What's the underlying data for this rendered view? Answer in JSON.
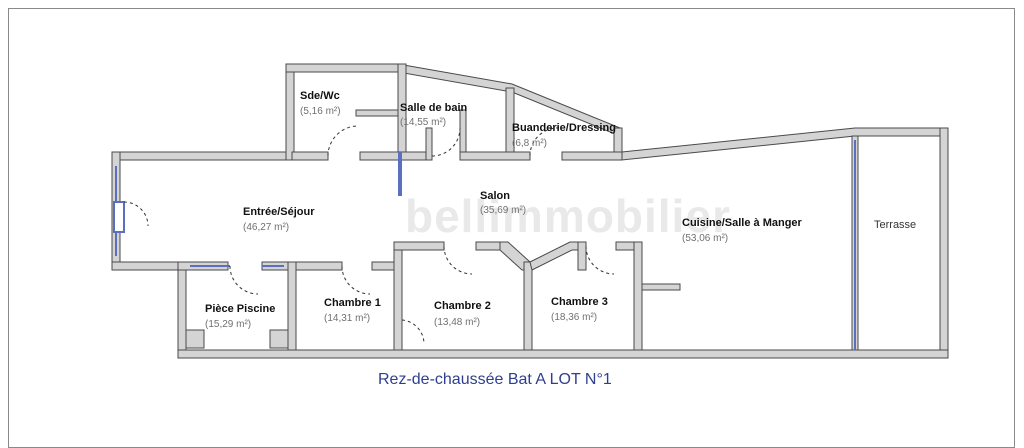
{
  "plan": {
    "caption": "Rez-de-chaussée Bat A LOT N°1",
    "watermark": "bellimmobilier",
    "rooms": {
      "sde_wc": {
        "name": "Sde/Wc",
        "area": "(5,16 m²)"
      },
      "salle_de_bain": {
        "name": "Salle de bain",
        "area": "(14,55 m²)"
      },
      "buanderie": {
        "name": "Buanderie/Dressing",
        "area": "(6,8 m²)"
      },
      "entree": {
        "name": "Entrée/Séjour",
        "area": "(46,27 m²)"
      },
      "salon": {
        "name": "Salon",
        "area": "(35,69 m²)"
      },
      "cuisine": {
        "name": "Cuisine/Salle à Manger",
        "area": "(53,06 m²)"
      },
      "terrasse": {
        "name": "Terrasse"
      },
      "piscine": {
        "name": "Pièce Piscine",
        "area": "(15,29 m²)"
      },
      "chambre1": {
        "name": "Chambre 1",
        "area": "(14,31 m²)"
      },
      "chambre2": {
        "name": "Chambre 2",
        "area": "(13,48 m²)"
      },
      "chambre3": {
        "name": "Chambre 3",
        "area": "(18,36 m²)"
      }
    },
    "colors": {
      "wall_fill": "#d4d4d4",
      "wall_stroke": "#4a4a4a",
      "window": "#5a6fc0",
      "caption": "#2e3f8f"
    }
  }
}
